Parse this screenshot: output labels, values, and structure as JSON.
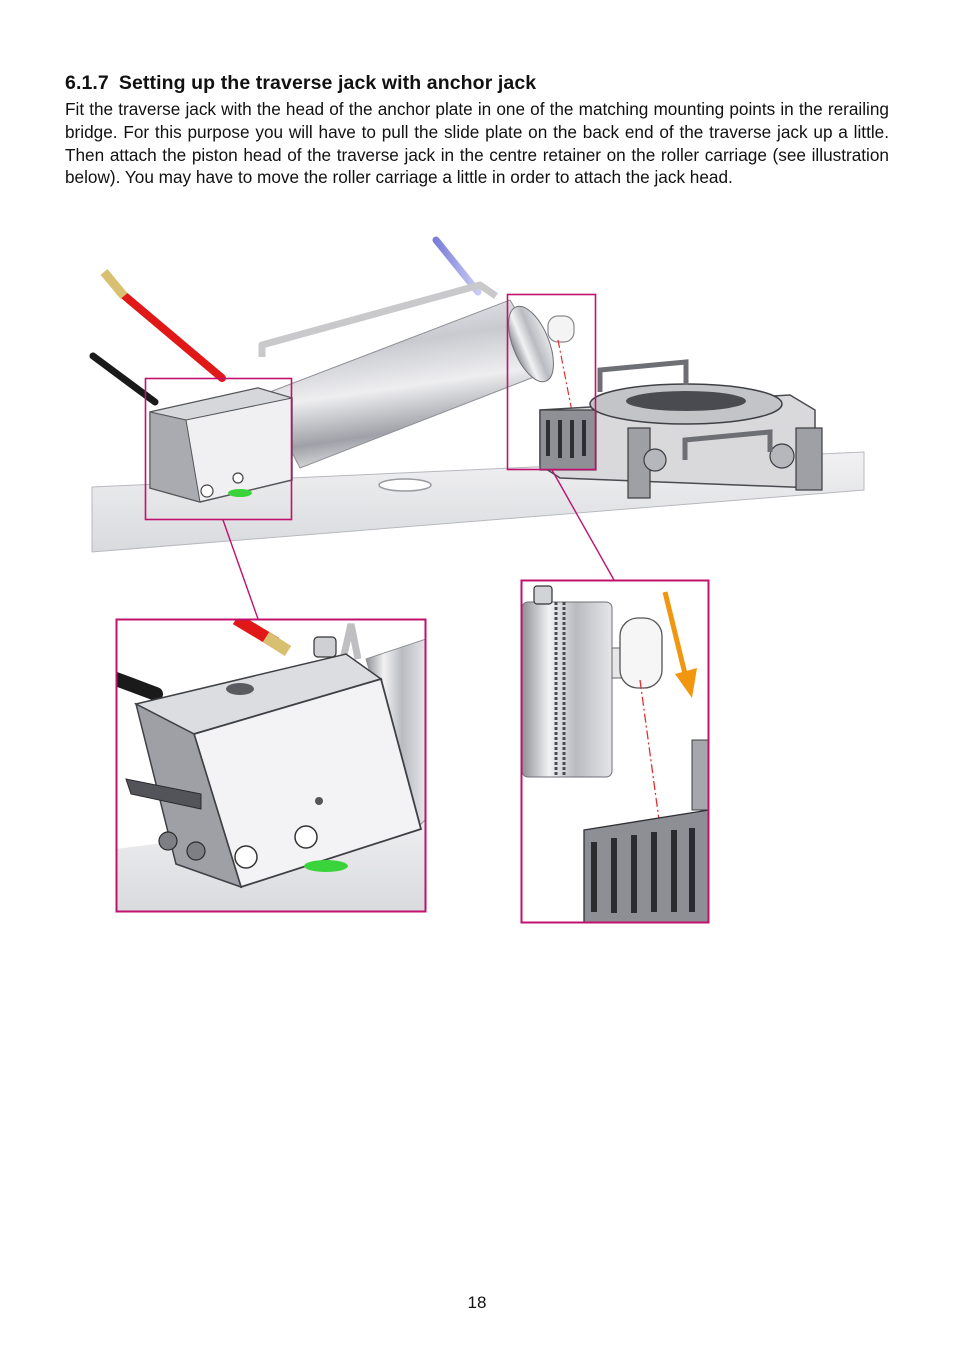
{
  "section": {
    "number": "6.1.7",
    "title": "Setting up the traverse jack with anchor jack"
  },
  "body_text": "Fit the traverse jack with the head of the anchor plate in one of the matching mounting points in the rerailing bridge. For this purpose you will have to pull the slide plate on the back end of the traverse jack up a little. Then attach the piston head of the traverse jack in the centre retainer on the roller carriage (see illustration below). You may have to move the roller carriage a little in order to attach the jack head.",
  "page_number": "18",
  "colors": {
    "callout_frame": "#c0116e",
    "arrow": "#f0960f",
    "hose_red": "#e01818",
    "hose_black": "#1a1a1a",
    "guide_line": "#e03030",
    "green_marker": "#3ad43a"
  }
}
